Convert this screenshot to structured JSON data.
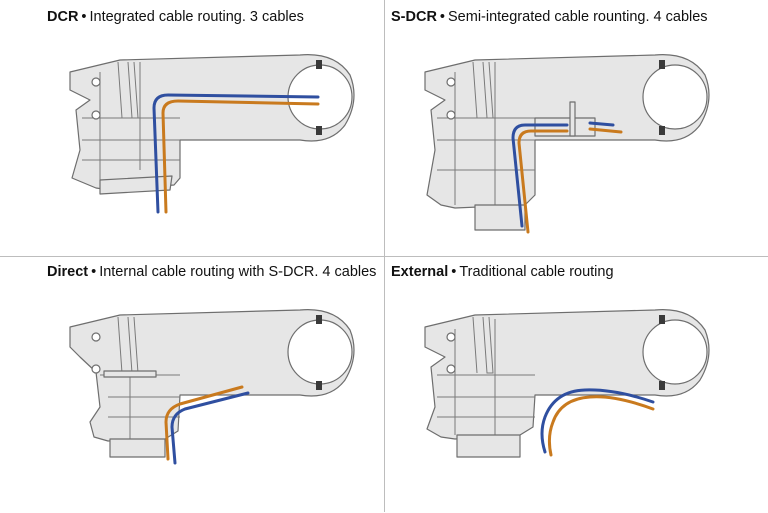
{
  "panels": [
    {
      "title": "DCR",
      "bullet": "•",
      "description": "Integrated cable routing. 3 cables"
    },
    {
      "title": "S-DCR",
      "bullet": "•",
      "description": "Semi-integrated cable rounting. 4 cables"
    },
    {
      "title": "Direct",
      "bullet": "•",
      "description": "Internal cable routing with S-DCR. 4 cables"
    },
    {
      "title": "External",
      "bullet": "•",
      "description": "Traditional cable routing"
    }
  ],
  "colors": {
    "cable_blue": "#2f4fa0",
    "cable_orange": "#c97a1e",
    "stem": "#e6e6e6",
    "outline": "#6e6e6e"
  }
}
